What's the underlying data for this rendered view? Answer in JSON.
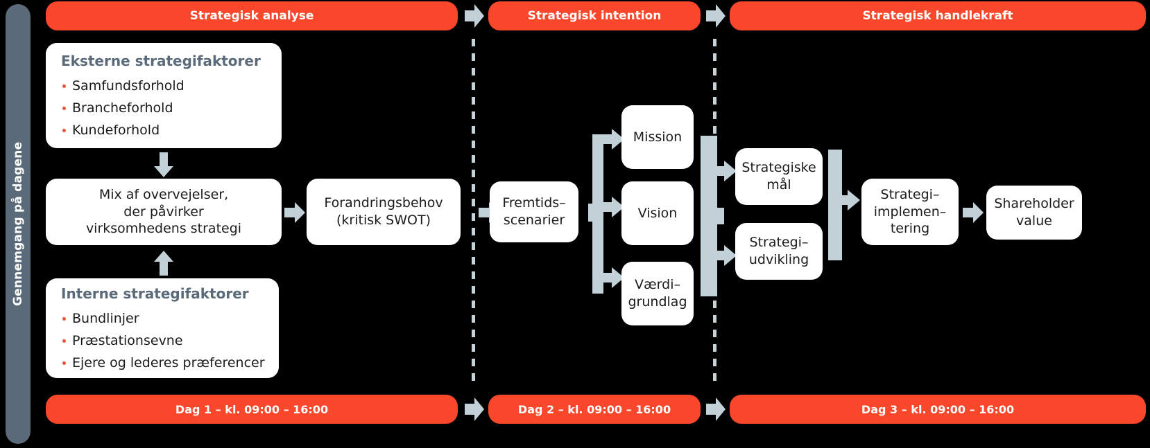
{
  "rail": {
    "label": "Gennemgang på dagene"
  },
  "colors": {
    "accent": "#f9472b",
    "rail": "#5a6a79",
    "heading": "#5a6a79",
    "connector": "#c2d0d7",
    "divider": "#c7d3d9",
    "bullet": "#f05438",
    "card_bg": "#ffffff",
    "background": "#000000"
  },
  "phases": [
    {
      "label": "Strategisk analyse"
    },
    {
      "label": "Strategisk intention"
    },
    {
      "label": "Strategisk handlekraft"
    }
  ],
  "days": [
    {
      "label": "Dag 1 – kl. 09:00 – 16:00"
    },
    {
      "label": "Dag 2 – kl. 09:00 – 16:00"
    },
    {
      "label": "Dag 3 – kl. 09:00 – 16:00"
    }
  ],
  "cards": {
    "external": {
      "title": "Eksterne strategifaktorer",
      "items": [
        "Samfundsforhold",
        "Brancheforhold",
        "Kundeforhold"
      ]
    },
    "internal": {
      "title": "Interne strategifaktorer",
      "items": [
        "Bundlinjer",
        "Præstationsevne",
        "Ejere og lederes præferencer"
      ]
    },
    "mix": {
      "lines": [
        "Mix af overvejelser,",
        "der påvirker",
        "virksomhedens strategi"
      ]
    },
    "change": {
      "lines": [
        "Forandringsbehov",
        "(kritisk SWOT)"
      ]
    },
    "future": {
      "lines": [
        "Fremtids–",
        "scenarier"
      ]
    },
    "mission": {
      "lines": [
        "Mission"
      ]
    },
    "vision": {
      "lines": [
        "Vision"
      ]
    },
    "values": {
      "lines": [
        "Værdi–",
        "grundlag"
      ]
    },
    "goals": {
      "lines": [
        "Strategiske",
        "mål"
      ]
    },
    "devel": {
      "lines": [
        "Strategi–",
        "udvikling"
      ]
    },
    "implement": {
      "lines": [
        "Strategi–",
        "implemen–",
        "tering"
      ]
    },
    "shareholder": {
      "lines": [
        "Shareholder",
        "value"
      ]
    }
  }
}
